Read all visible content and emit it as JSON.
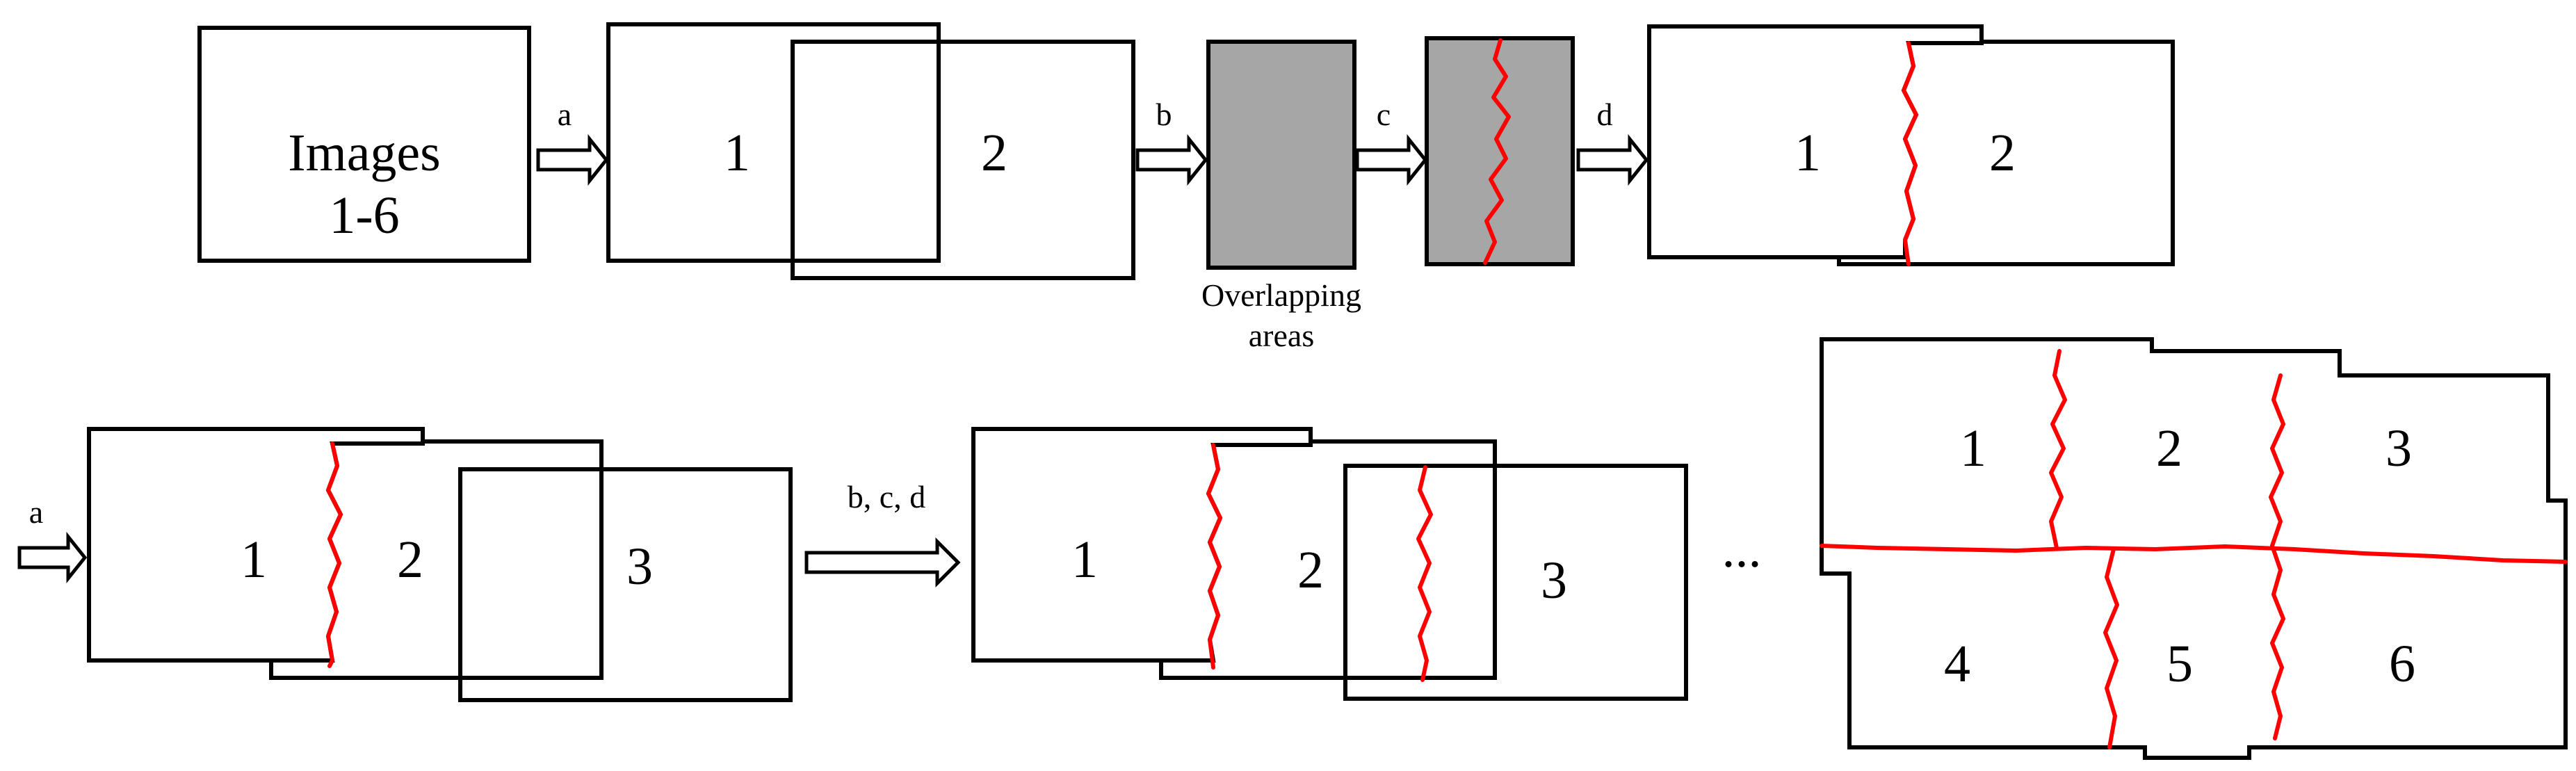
{
  "images_box": {
    "line1": "Images",
    "line2": "1-6"
  },
  "steps": {
    "a": "a",
    "b": "b",
    "c": "c",
    "d": "d",
    "bcd": "b, c, d"
  },
  "overlap_caption": {
    "line1": "Overlapping",
    "line2": "areas"
  },
  "tiles": {
    "n1": "1",
    "n2": "2",
    "n3": "3",
    "n4": "4",
    "n5": "5",
    "n6": "6"
  },
  "ellipsis": "...",
  "colors": {
    "seam": "#ff0000",
    "overlap_fill": "#a6a6a6",
    "stroke": "#000000"
  }
}
